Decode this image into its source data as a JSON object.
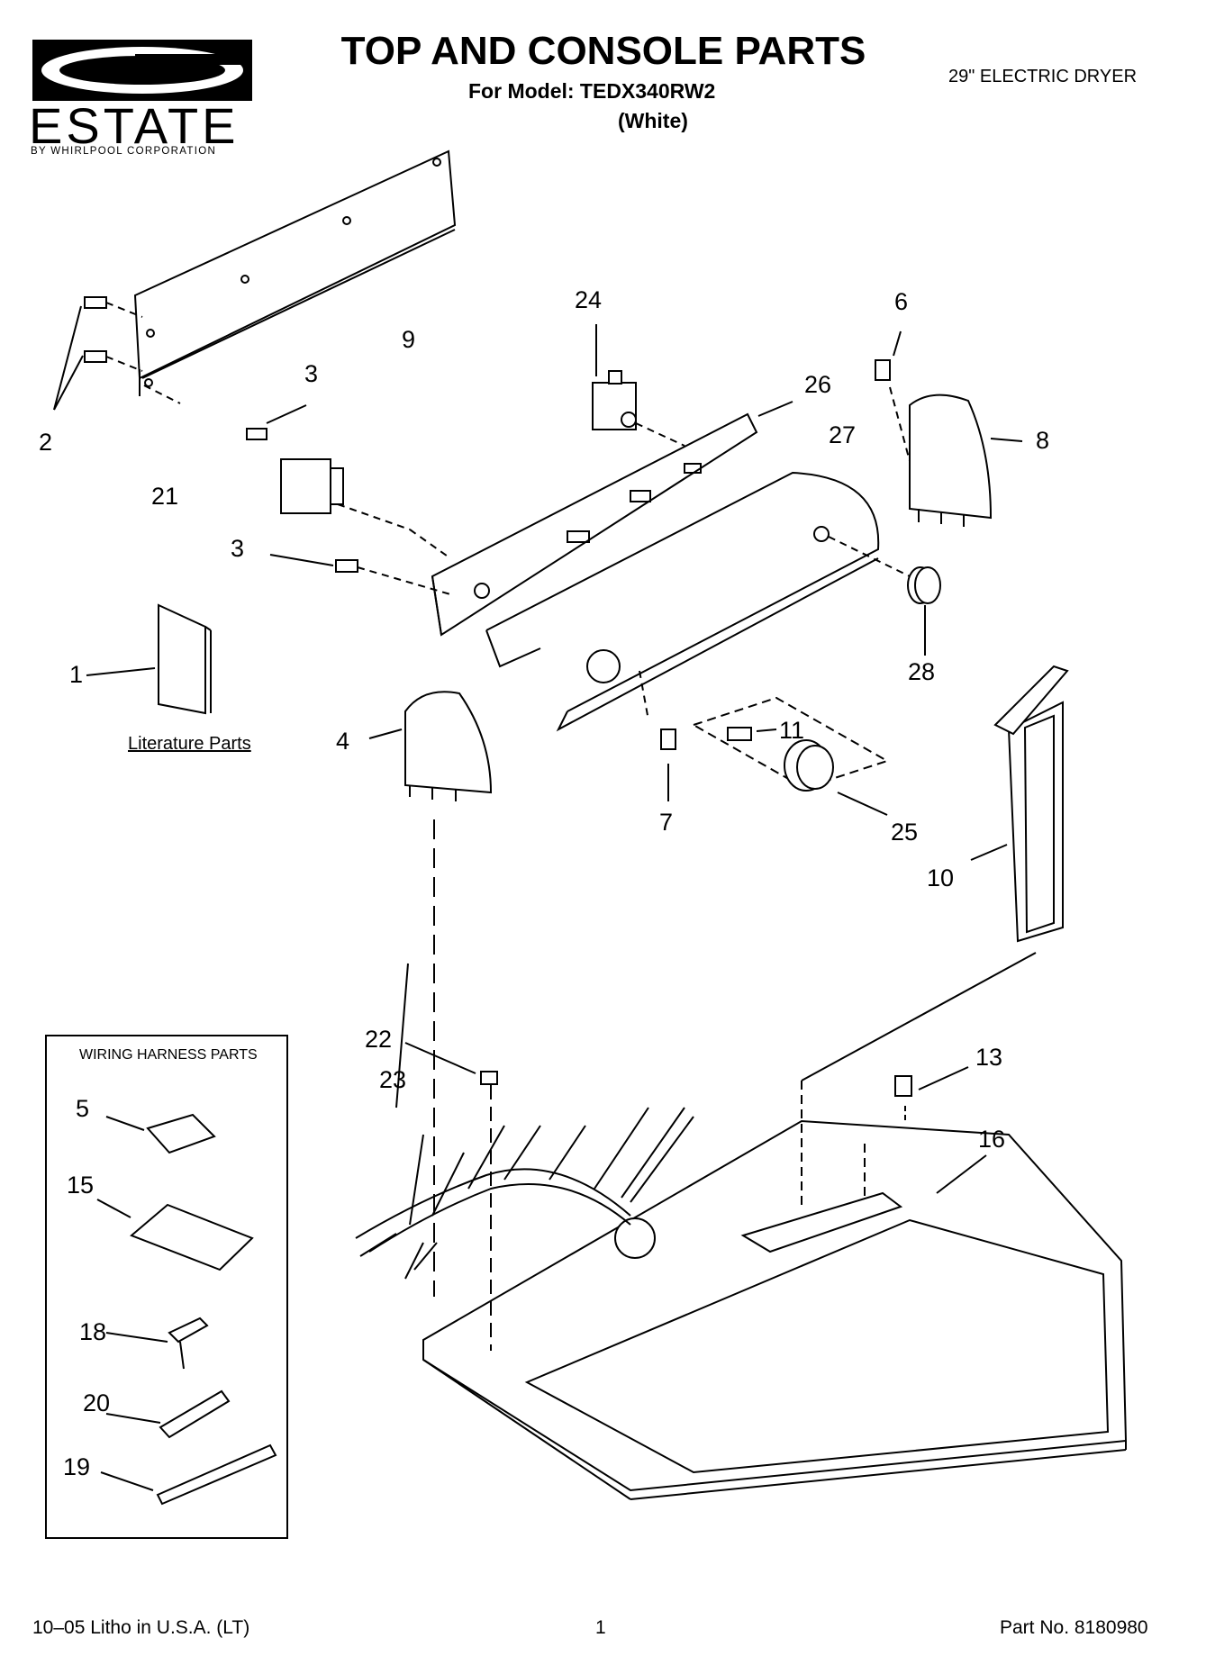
{
  "header": {
    "title": "TOP AND CONSOLE PARTS",
    "model_line": "For Model: TEDX340RW2",
    "color_line": "(White)",
    "product_type": "29\" ELECTRIC DRYER"
  },
  "logo": {
    "brand": "ESTATE",
    "subtitle": "BY WHIRLPOOL CORPORATION"
  },
  "literature_label": "Literature Parts",
  "harness_box": {
    "title": "WIRING HARNESS PARTS"
  },
  "callouts": [
    "1",
    "2",
    "3",
    "3",
    "4",
    "5",
    "6",
    "7",
    "8",
    "9",
    "10",
    "11",
    "13",
    "15",
    "16",
    "18",
    "19",
    "20",
    "21",
    "22",
    "23",
    "24",
    "25",
    "26",
    "27",
    "28"
  ],
  "footer": {
    "left": "10–05 Litho in U.S.A. (LT)",
    "page": "1",
    "part_no": "Part No. 8180980"
  }
}
